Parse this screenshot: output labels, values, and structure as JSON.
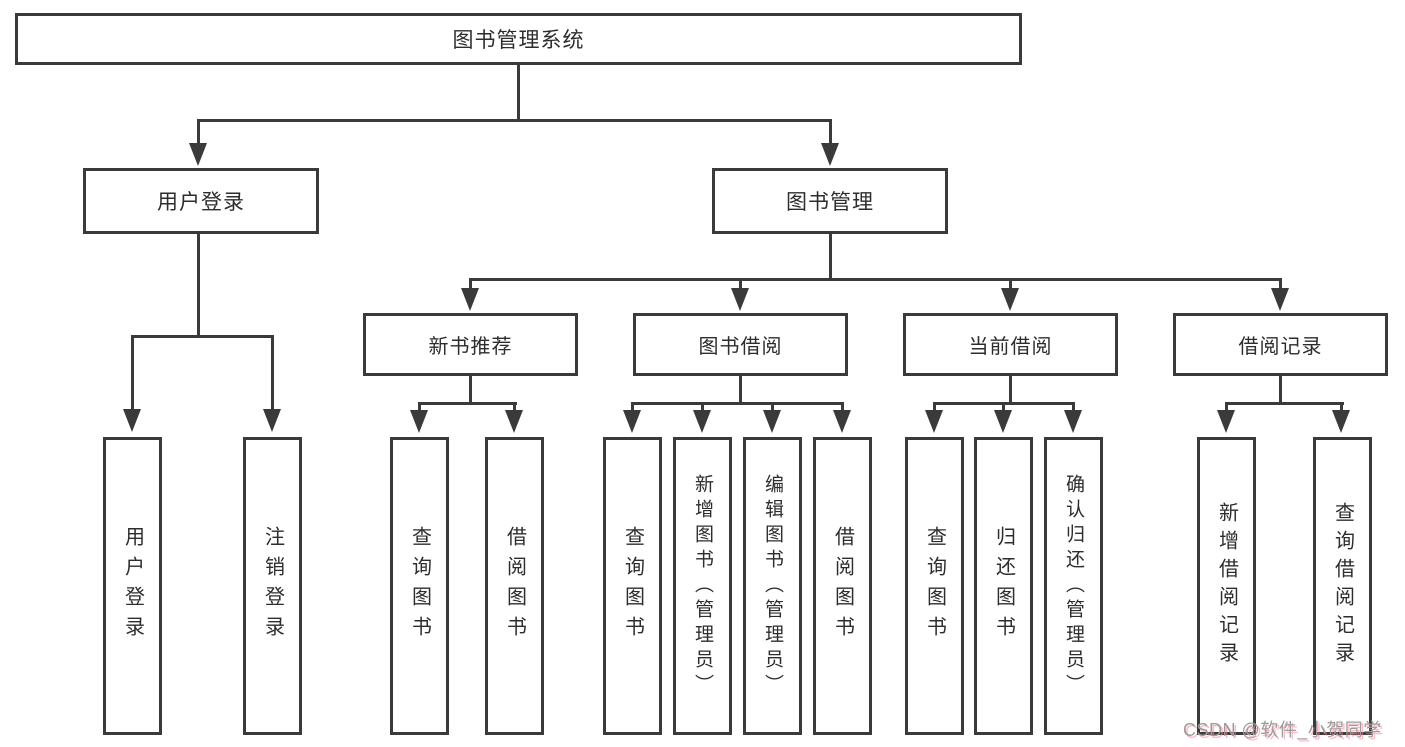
{
  "diagram": {
    "title": "图书管理系统",
    "root": {
      "label": "图书管理系统"
    },
    "level2": [
      {
        "label": "用户登录"
      },
      {
        "label": "图书管理"
      }
    ],
    "level3": [
      {
        "label": "新书推荐"
      },
      {
        "label": "图书借阅"
      },
      {
        "label": "当前借阅"
      },
      {
        "label": "借阅记录"
      }
    ],
    "leaves": {
      "user_login": [
        "用户登录",
        "注销登录"
      ],
      "new_book": [
        "查询图书",
        "借阅图书"
      ],
      "borrow": [
        "查询图书",
        "新增图书（管理员）",
        "编辑图书（管理员）",
        "借阅图书"
      ],
      "current": [
        "查询图书",
        "归还图书",
        "确认归还（管理员）"
      ],
      "records": [
        "新增借阅记录",
        "查询借阅记录"
      ]
    },
    "colors": {
      "line": "#3a3a3a",
      "text": "#2d2d2d",
      "background": "#ffffff"
    }
  },
  "watermark": {
    "text": "CSDN @软件_小贺同学",
    "color": "#9c9c9c",
    "shadow_color": "#fc8296"
  }
}
